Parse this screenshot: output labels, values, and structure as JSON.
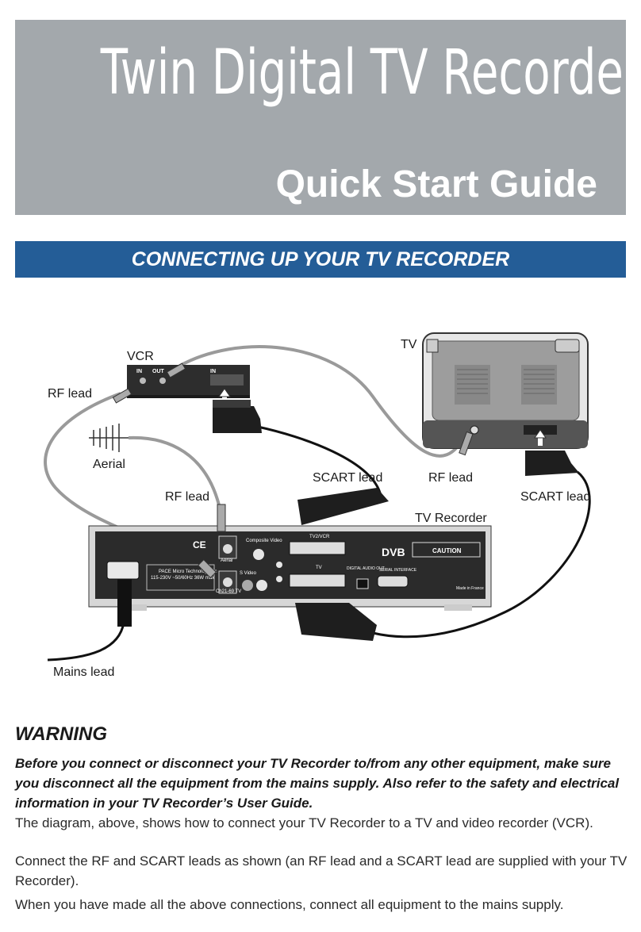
{
  "banner": {
    "title": "Twin Digital TV Recorder",
    "subtitle": "Quick Start Guide"
  },
  "section_heading": "CONNECTING UP YOUR TV RECORDER",
  "diagram": {
    "labels": {
      "vcr": "VCR",
      "tv": "TV",
      "rf_lead_1": "RF lead",
      "aerial": "Aerial",
      "rf_lead_2": "RF lead",
      "scart_lead_1": "SCART lead",
      "rf_lead_3": "RF lead",
      "scart_lead_2": "SCART lead",
      "tv_recorder": "TV Recorder",
      "mains_lead": "Mains lead"
    },
    "device_text": {
      "vcr_in": "IN",
      "vcr_out": "OUT",
      "vcr_scart_in": "IN",
      "scart_tv2vcr": "TV2/VCR",
      "scart_tv": "TV",
      "composite_video": "Composite Video",
      "s_video": "S Video",
      "aerial_port": "Aerial",
      "ch_port": "Ch21-69 TV",
      "digital_audio_out": "DIGITAL AUDIO OUT",
      "serial_interface": "SERIAL INTERFACE",
      "dvb": "DVB",
      "caution": "CAUTION",
      "made_in": "Made in France",
      "rating_line1": "PACE Micro Technology plc",
      "rating_line2": "115-230V ~50/60Hz 36W max",
      "ce": "CE"
    }
  },
  "warning": {
    "title": "WARNING",
    "body": "Before you connect or disconnect your TV Recorder to/from any other equipment, make sure you disconnect all the equipment from the mains supply.  Also refer to the safety and electrical information in your TV Recorder’s User Guide."
  },
  "paragraphs": [
    "The diagram, above, shows how to connect your TV Recorder to a TV and video recorder (VCR).",
    "Connect the RF and SCART leads as shown (an RF lead and a SCART lead are supplied with your TV Recorder).",
    "When you have made all the above connections, connect all equipment to the mains supply."
  ],
  "colors": {
    "banner": "#a3a8ac",
    "section_bar": "#245d97"
  }
}
